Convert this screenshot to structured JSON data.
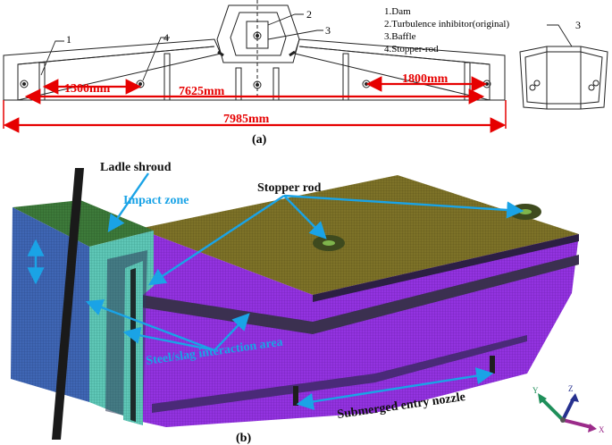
{
  "panel_a": {
    "caption": "(a)",
    "legend": [
      "1.Dam",
      "2.Turbulence inhibitor(original)",
      "3.Baffle",
      "4.Stopper-rod"
    ],
    "callouts": [
      "1",
      "2",
      "3",
      "4"
    ],
    "baffle_callout": "3",
    "dims": {
      "d1300": "1300mm",
      "d7625": "7625mm",
      "d1800": "1800mm",
      "d7985": "7985mm"
    }
  },
  "panel_b": {
    "caption": "(b)",
    "labels": {
      "ladle_shroud": "Ladle shroud",
      "impact_zone": "Impact zone",
      "stopper_rod": "Stopper rod",
      "interaction": "Steel/slag interaction area",
      "nozzle": "Submerged entry nozzle"
    },
    "axes": {
      "x": "X",
      "y": "Y",
      "z": "Z"
    }
  },
  "colors": {
    "dimension": "#e60000",
    "annotation": "#1aa3e6",
    "mesh_top": "#8a7d2a",
    "mesh_side": "#8a2fd6",
    "impact_block": "#3d5faa",
    "impact_top": "#3f7a3a"
  }
}
